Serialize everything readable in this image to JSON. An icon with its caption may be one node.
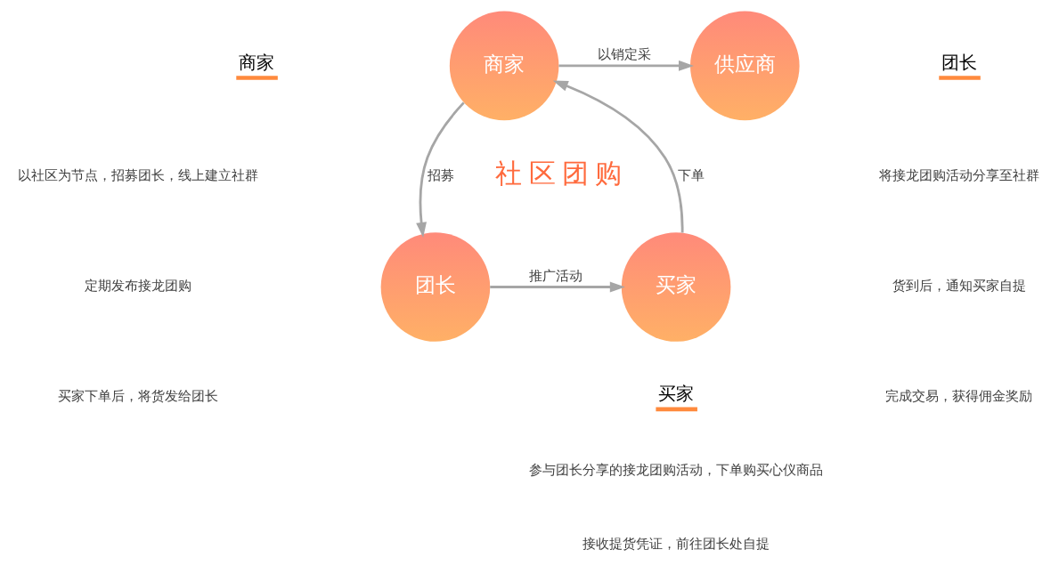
{
  "diagram": {
    "nodes": [
      {
        "text": [
          "商家"
        ]
      },
      {
        "text": [
          "供应商"
        ]
      },
      {
        "text": [
          "团长"
        ]
      },
      {
        "text": [
          "买家"
        ]
      }
    ],
    "edges": [
      {
        "from": 0,
        "to": 1,
        "arrow": "to",
        "label": "以销定采"
      },
      {
        "from": 0,
        "to": 2,
        "arrow": "to",
        "label": "招募"
      },
      {
        "from": 2,
        "to": 3,
        "arrow": "to",
        "label": "推广活动"
      },
      {
        "from": 3,
        "to": 0,
        "arrow": "to",
        "label": "下单"
      }
    ],
    "labels": [
      "社 区 团 购",
      "商家",
      "以社区为节点，招募团长，线上建立社群",
      "定期发布接龙团购",
      "买家下单后，将货发给团长",
      "团长",
      "将接龙团购活动分享至社群",
      "货到后，通知买家自提",
      "完成交易，获得佣金奖励",
      "买家",
      "参与团长分享的接龙团购活动，下单购买心仪商品",
      "接收提货凭证，前往团长处自提"
    ]
  }
}
